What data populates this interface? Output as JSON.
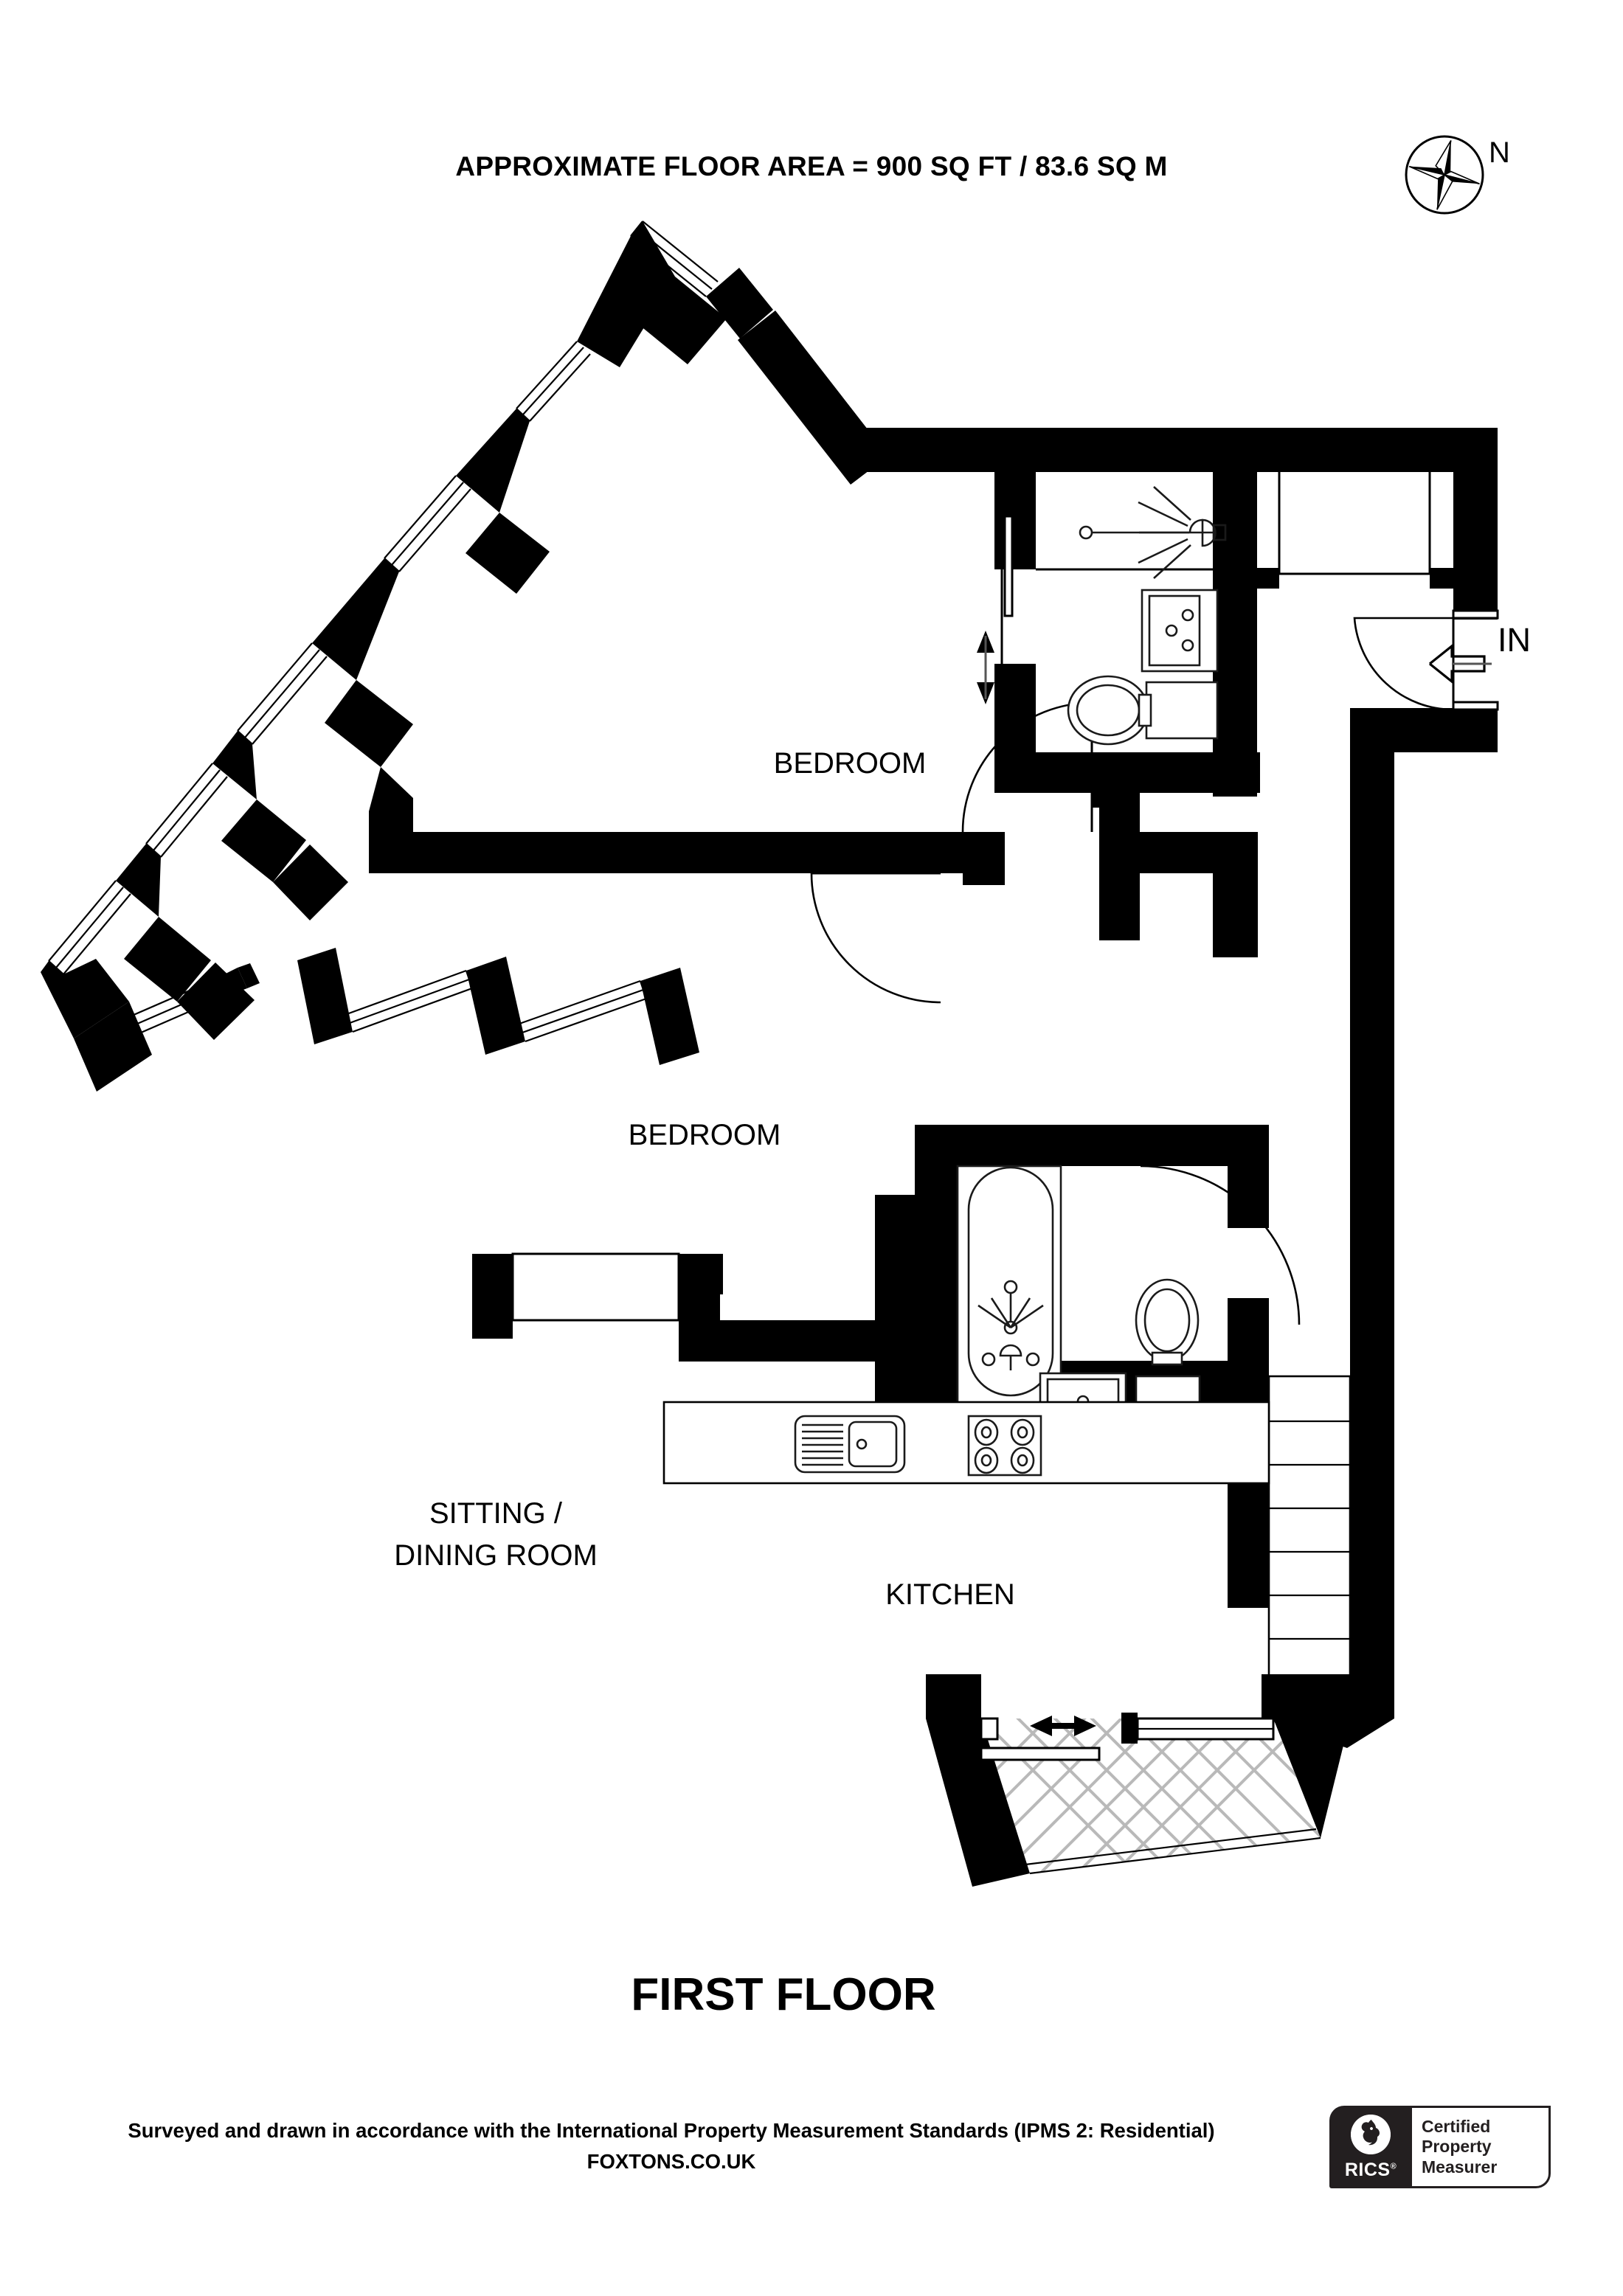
{
  "header": {
    "area_title": "APPROXIMATE FLOOR AREA = 900 SQ FT / 83.6 SQ M",
    "compass_north_label": "N",
    "compass_icon": "compass-rose-icon"
  },
  "plan": {
    "floor_label": "FIRST FLOOR",
    "entrance_label": "IN",
    "rooms": [
      {
        "id": "bedroom-1",
        "label": "BEDROOM"
      },
      {
        "id": "bedroom-2",
        "label": "BEDROOM"
      },
      {
        "id": "sitting-dining",
        "label_line1": "SITTING /",
        "label_line2": "DINING ROOM"
      },
      {
        "id": "kitchen",
        "label": "KITCHEN"
      }
    ],
    "fixtures": [
      "shower-head-icon",
      "wash-basin-icon",
      "toilet-icon",
      "bath-tub-icon",
      "kitchen-sink-icon",
      "hob-icon",
      "staircase-icon",
      "balcony-terrace-icon"
    ],
    "doors": [
      "entrance-door-swing",
      "bedroom-1-door-swing",
      "bedroom-2-door-swing",
      "bathroom-door-swing",
      "shower-room-sliding-door",
      "balcony-sliding-door"
    ]
  },
  "footer": {
    "disclaimer_line1": "Surveyed and drawn in accordance with the International Property Measurement Standards (IPMS 2:",
    "disclaimer_line2": "Residential) FOXTONS.CO.UK",
    "badge": {
      "brand": "RICS",
      "brand_mark": "®",
      "line1": "Certified",
      "line2": "Property",
      "line3": "Measurer",
      "logo_icon": "rics-lion-icon"
    }
  },
  "colors": {
    "wall": "#000000",
    "paper": "#ffffff",
    "hatch": "#b9b9b9",
    "badge_dark": "#231f20"
  }
}
